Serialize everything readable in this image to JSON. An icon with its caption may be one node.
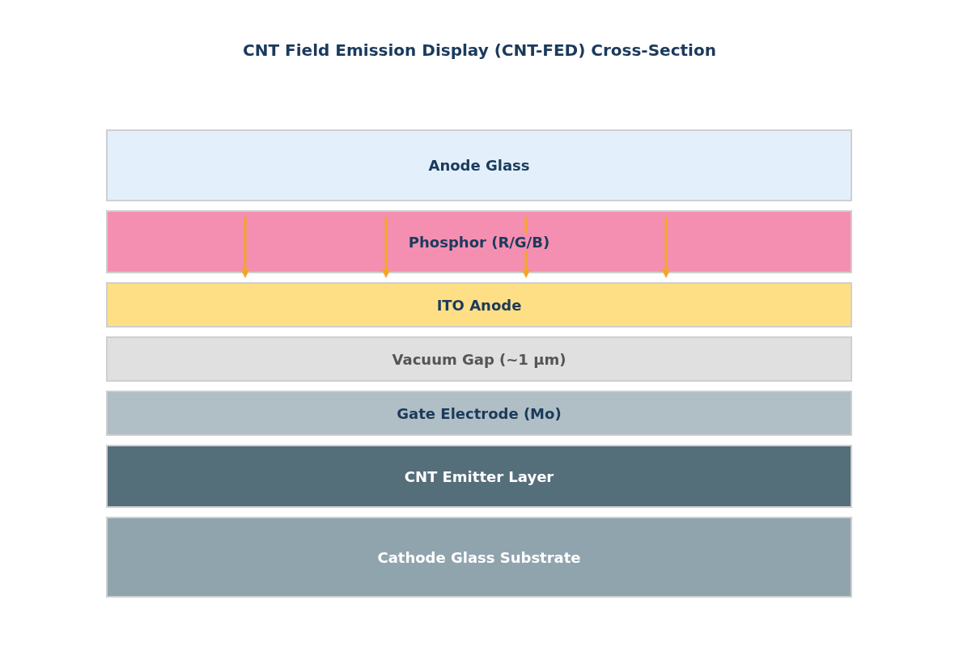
{
  "diagram": {
    "title": "CNT Field Emission Display (CNT-FED) Cross-Section",
    "nodes": [
      {
        "text": [
          "Anode Glass"
        ]
      },
      {
        "text": [
          "Phosphor (R/G/B)"
        ]
      },
      {
        "text": [
          "ITO Anode"
        ]
      },
      {
        "text": [
          "Vacuum Gap (~1 μm)"
        ]
      },
      {
        "text": [
          "Gate Electrode (Mo)"
        ]
      },
      {
        "text": [
          "CNT Emitter Layer"
        ]
      },
      {
        "text": [
          "Cathode Glass Substrate"
        ]
      }
    ]
  }
}
